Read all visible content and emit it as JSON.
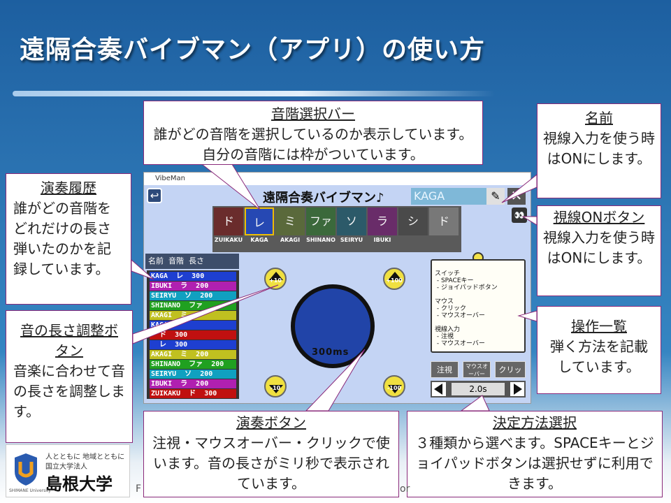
{
  "slide": {
    "title": "遠隔合奏バイブマン（アプリ）の使い方",
    "footer_left": "F",
    "footer_right": "or"
  },
  "logo": {
    "tagline": "人とともに 地域とともに",
    "corp": "国立大学法人",
    "name": "島根大学",
    "sub": "SHIMANE University"
  },
  "callouts": {
    "scale_bar": {
      "heading": "音階選択バー",
      "body": "誰がどの音階を選択しているのか表示しています。自分の音階には枠がついています。"
    },
    "name": {
      "heading": "名前",
      "body": "視線入力を使う時はONにします。"
    },
    "gaze_button": {
      "heading": "視線ONボタン",
      "body": "視線入力を使う時はONにします。"
    },
    "history": {
      "heading": "演奏履歴",
      "body": "誰がどの音階をどれだけの長さ弾いたのかを記録しています。"
    },
    "length_adjust": {
      "heading": "音の長さ調整ボタン",
      "body": "音楽に合わせて音の長さを調整します。"
    },
    "operations": {
      "heading": "操作一覧",
      "body": "弾く方法を記載しています。"
    },
    "play_button": {
      "heading": "演奏ボタン",
      "body": "注視・マウスオーバー・クリックで使います。音の長さがミリ秒で表示されています。"
    },
    "method_select": {
      "heading": "決定方法選択",
      "body": "３種類から選べます。SPACEキーとジョイパッドボタンは選択せずに利用できます。"
    }
  },
  "app": {
    "window_title": "VibeMan",
    "title": "遠隔合奏バイブマン♪",
    "name_value": "KAGA",
    "back_icon": "↩",
    "close_icon": "✕",
    "pencil_icon": "✎",
    "gaze_icon": "👀",
    "scale": [
      {
        "note": "ド",
        "user": "ZUIKAKU",
        "color": "#6b2a2a"
      },
      {
        "note": "レ",
        "user": "KAGA",
        "color": "#2448b8",
        "selected": true
      },
      {
        "note": "ミ",
        "user": "AKAGI",
        "color": "#5a6a3a"
      },
      {
        "note": "ファ",
        "user": "SHINANO",
        "color": "#3a6a3a"
      },
      {
        "note": "ソ",
        "user": "SEIRYU",
        "color": "#2a5a6a"
      },
      {
        "note": "ラ",
        "user": "IBUKI",
        "color": "#6a2a6a"
      },
      {
        "note": "シ",
        "user": "",
        "color": "#4a4a4a"
      },
      {
        "note": "ド",
        "user": "",
        "color": "#7a7a7a"
      }
    ],
    "history_header": "名前  音階  長さ",
    "history": [
      {
        "text": "KAGA  レ  300",
        "color": "#1e3fd0"
      },
      {
        "text": "IBUKI  ラ  200",
        "color": "#b020b0"
      },
      {
        "text": "SEIRYU  ソ  200",
        "color": "#10a0c0"
      },
      {
        "text": "SHINANO  ファ",
        "color": "#20a020"
      },
      {
        "text": "AKAGI  ミ",
        "color": "#c0c020"
      },
      {
        "text": "KAGA",
        "color": "#1e3fd0"
      },
      {
        "text": "  ド  300",
        "color": "#c01010"
      },
      {
        "text": "  レ  300",
        "color": "#1e3fd0"
      },
      {
        "text": "AKAGI  ミ  200",
        "color": "#c0c020"
      },
      {
        "text": "SHINANO  ファ  200",
        "color": "#20a020"
      },
      {
        "text": "SEIRYU  ソ  200",
        "color": "#10a0c0"
      },
      {
        "text": "IBUKI  ラ  200",
        "color": "#b020b0"
      },
      {
        "text": "ZUIKAKU  ド  300",
        "color": "#c01010"
      }
    ],
    "adjust": {
      "plus10": "+10",
      "plus100": "+100",
      "minus10": "-10",
      "minus100": "-100"
    },
    "play_label": "300ms",
    "ops_text": "スイッチ\n - SPACEキー\n - ジョイパッドボタン\n\nマウス\n - クリック\n - マウスオーバー\n\n視線入力\n - 注視\n - マウスオーバー",
    "methods": [
      "注視",
      "マウスオーバー",
      "クリック"
    ],
    "time_value": "2.0s"
  }
}
